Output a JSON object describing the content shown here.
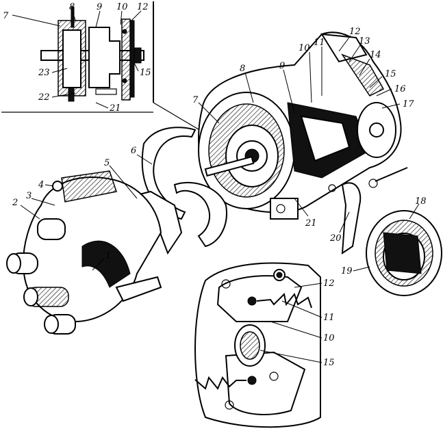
{
  "callouts": {
    "inset_top": [
      "7",
      "8",
      "9",
      "10",
      "12",
      "23",
      "15",
      "22",
      "21"
    ],
    "assembly": [
      "12",
      "13",
      "11",
      "10",
      "9",
      "14",
      "15",
      "16",
      "17",
      "8",
      "7",
      "6",
      "5",
      "4",
      "3",
      "2",
      "1",
      "21",
      "20",
      "19",
      "18"
    ],
    "inset_bottom": [
      "12",
      "11",
      "10",
      "15"
    ]
  }
}
